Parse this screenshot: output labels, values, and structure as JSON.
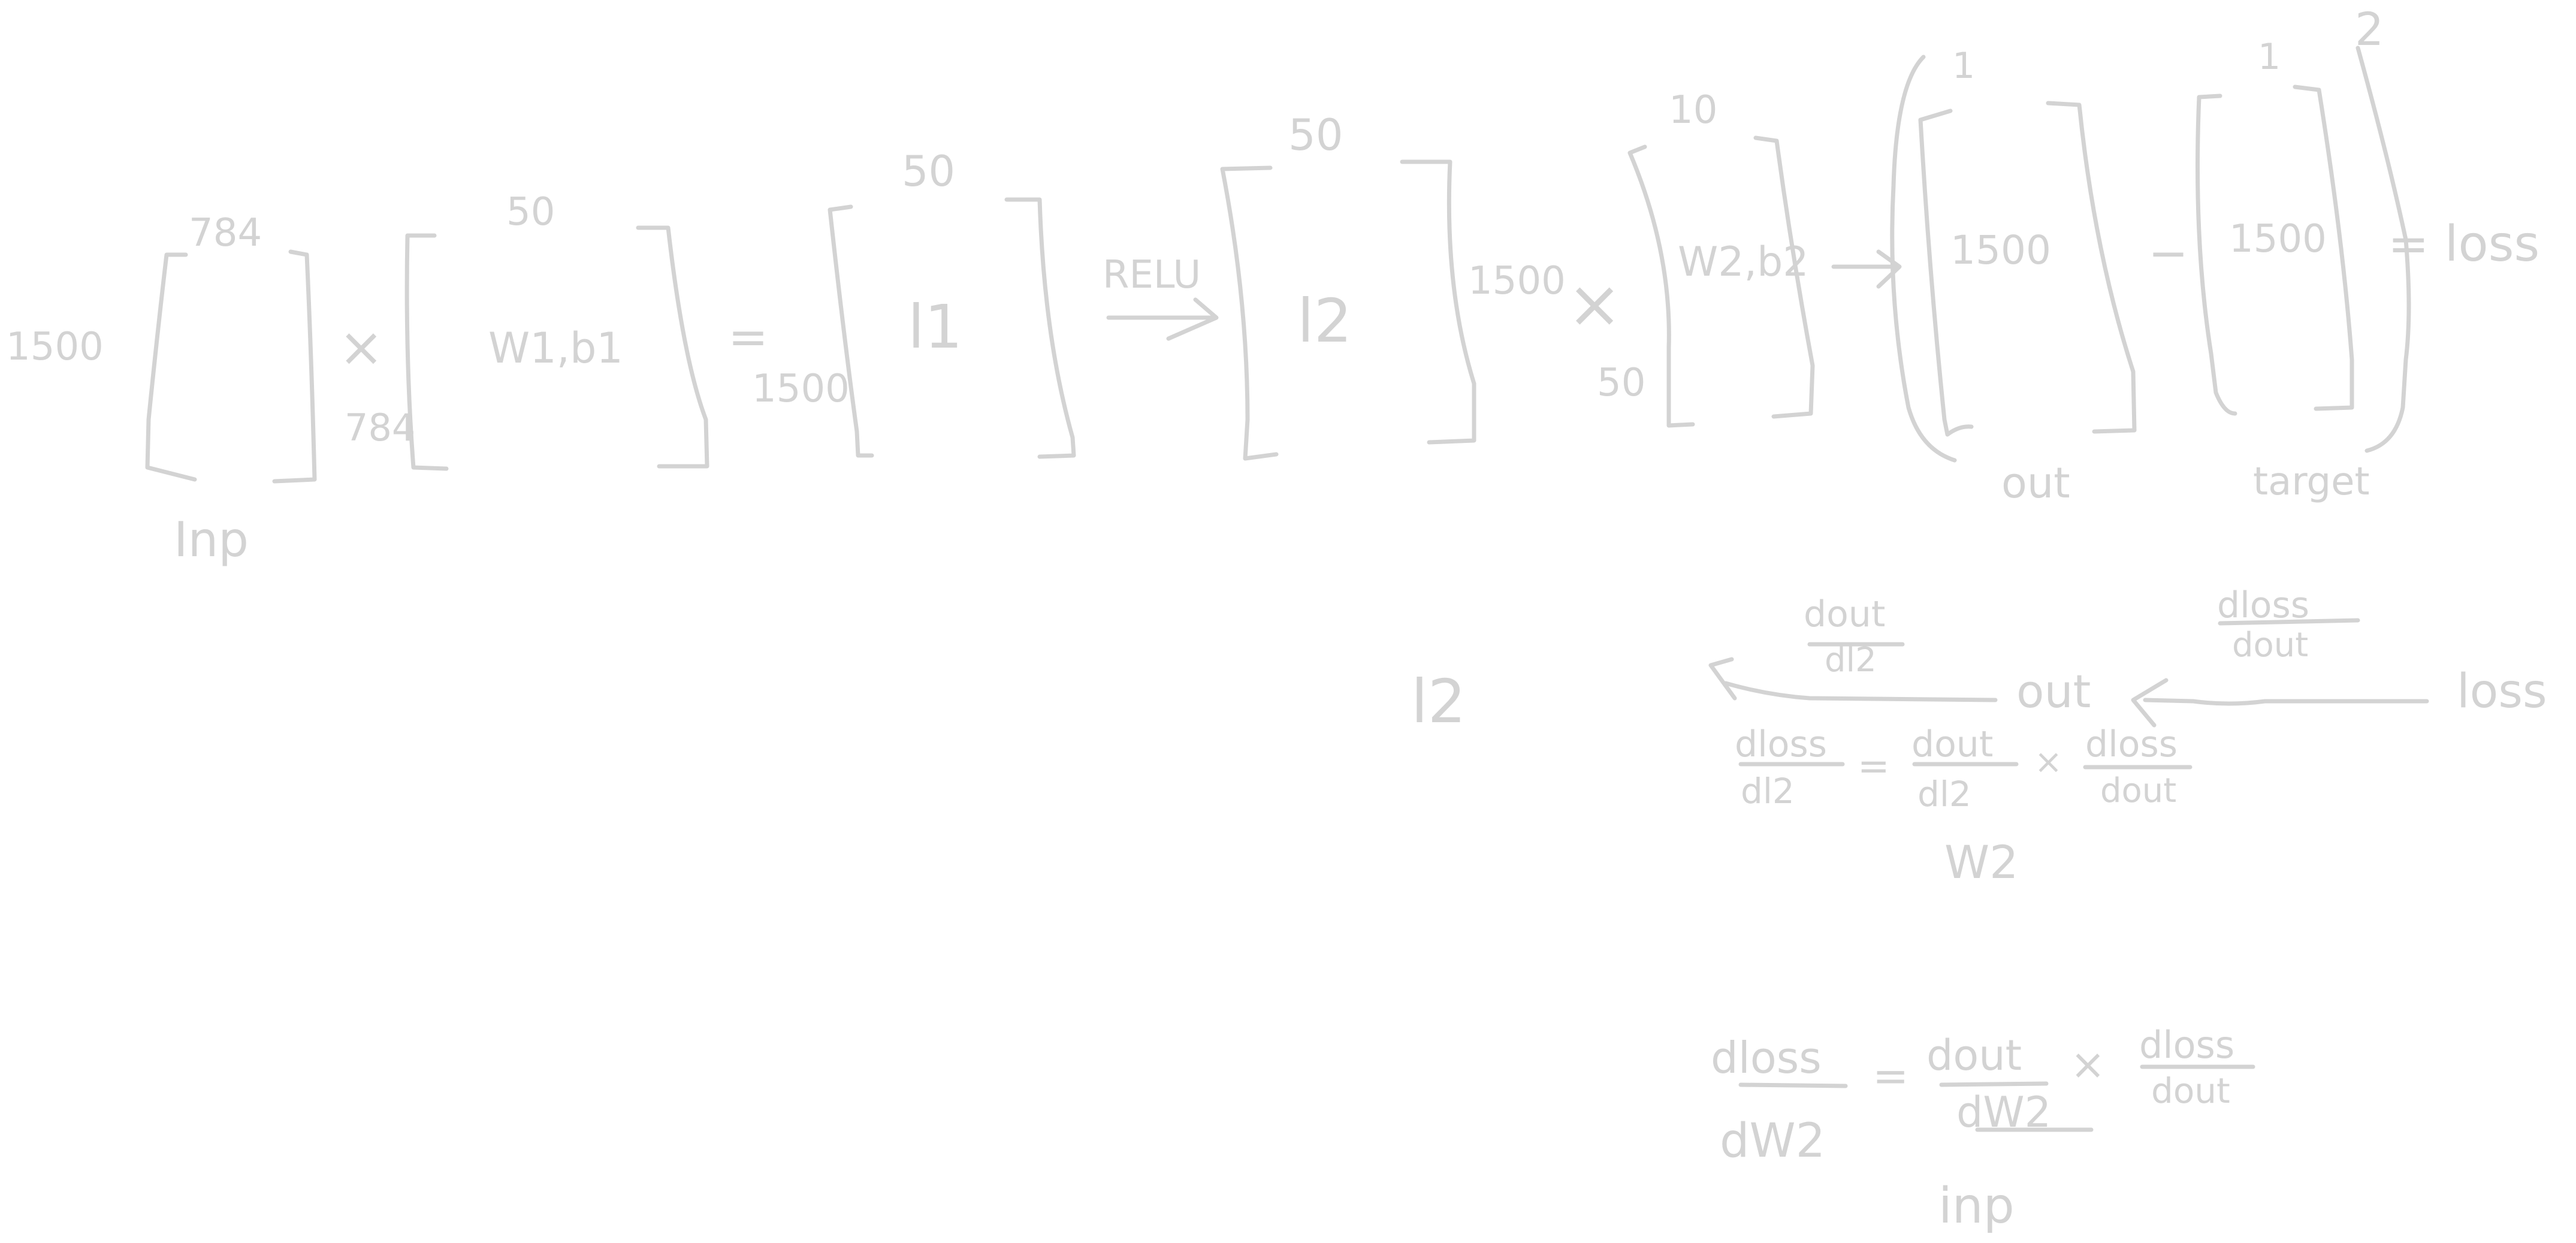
{
  "ink_color": "#d3d3d3",
  "background": "#ffffff",
  "forward": {
    "inp_rows": "1500",
    "inp_cols": "784",
    "inp_label": "Inp",
    "times_1": "×",
    "w1_rows": "784",
    "w1_cols": "50",
    "w1_label": "W1,b1",
    "equals_1": "=",
    "l1_rows": "1500",
    "l1_cols": "50",
    "l1_label": "l1",
    "relu_label": "RELU",
    "l2_cols": "50",
    "l2_label": "l2",
    "l2_rows": "1500",
    "times_2": "×",
    "w2_rows": "50",
    "w2_cols": "10",
    "w2_label": "W2,b2",
    "out_cols": "1",
    "out_rows": "1500",
    "out_label": "out",
    "minus": "−",
    "target_cols": "1",
    "target_rows": "1500",
    "target_label": "target",
    "square": "2",
    "equals_loss": "= loss"
  },
  "backward": {
    "l2_node": "l2",
    "out_node": "out",
    "loss_node": "loss",
    "dout_dl2_num": "dout",
    "dout_dl2_den": "dl2",
    "dloss_dout_num": "dloss",
    "dloss_dout_den": "dout",
    "eq1_lhs_num": "dloss",
    "eq1_lhs_den": "dl2",
    "eq1_mid_num": "dout",
    "eq1_mid_den": "dl2",
    "eq1_rhs_num": "dloss",
    "eq1_rhs_den": "dout",
    "eq1_note": "W2",
    "eq2_lhs_num": "dloss",
    "eq2_lhs_den": "dW2",
    "eq2_mid_num": "dout",
    "eq2_mid_den": "dW2",
    "eq2_rhs_num": "dloss",
    "eq2_rhs_den": "dout",
    "eq2_note": "inp",
    "equals": "=",
    "times": "×"
  }
}
